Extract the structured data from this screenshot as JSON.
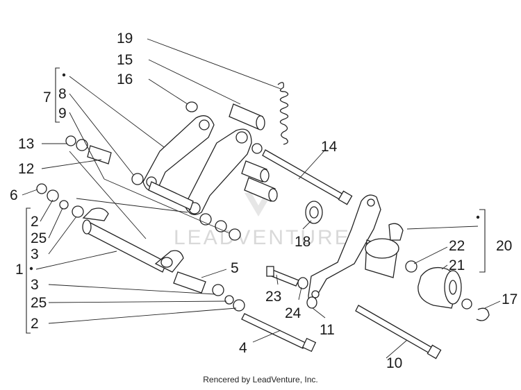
{
  "callouts": {
    "c19": "19",
    "c15": "15",
    "c16": "16",
    "c7": "7",
    "c8": "8",
    "c9": "9",
    "c13": "13",
    "c12": "12",
    "c6": "6",
    "c2a": "2",
    "c25a": "25",
    "c3a": "3",
    "c1": "1",
    "c3b": "3",
    "c25b": "25",
    "c2b": "2",
    "c5": "5",
    "c4": "4",
    "c14": "14",
    "c18": "18",
    "c23": "23",
    "c24": "24",
    "c11": "11",
    "c10": "10",
    "c22": "22",
    "c20": "20",
    "c21": "21",
    "c17": "17"
  },
  "watermark": "LEADVENTURE",
  "credit": "Rencered by LeadVenture, Inc."
}
